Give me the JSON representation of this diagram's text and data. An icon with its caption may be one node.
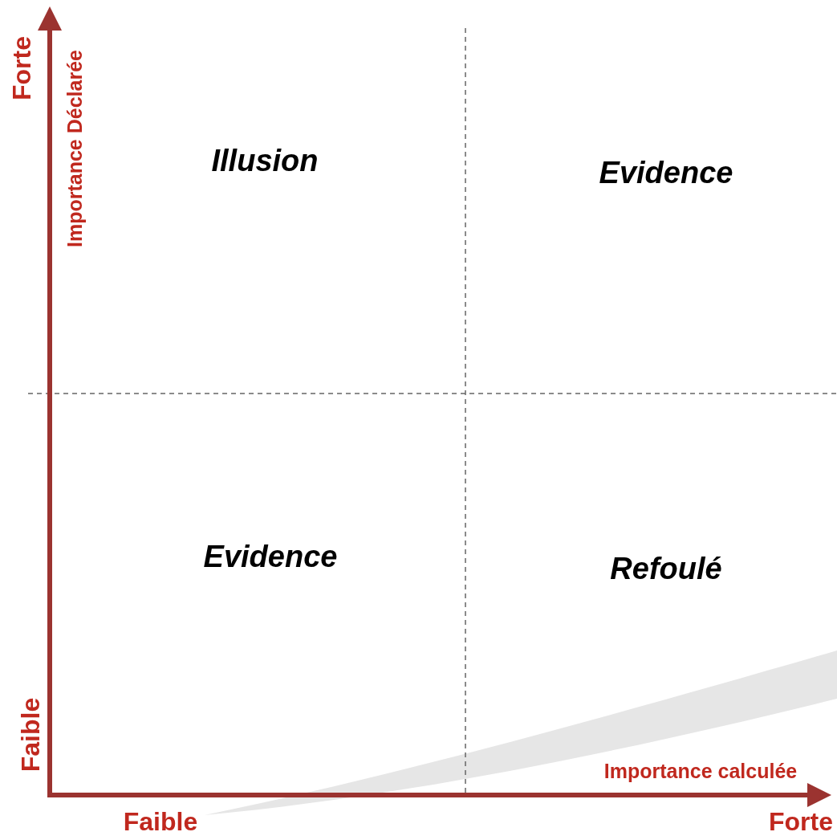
{
  "diagram": {
    "labels": [
      "Forte",
      "Importance Déclarée",
      "Faible",
      "Illusion",
      "Evidence",
      "Evidence",
      "Refoulé",
      "Importance calculée",
      "Faible",
      "Forte"
    ]
  }
}
